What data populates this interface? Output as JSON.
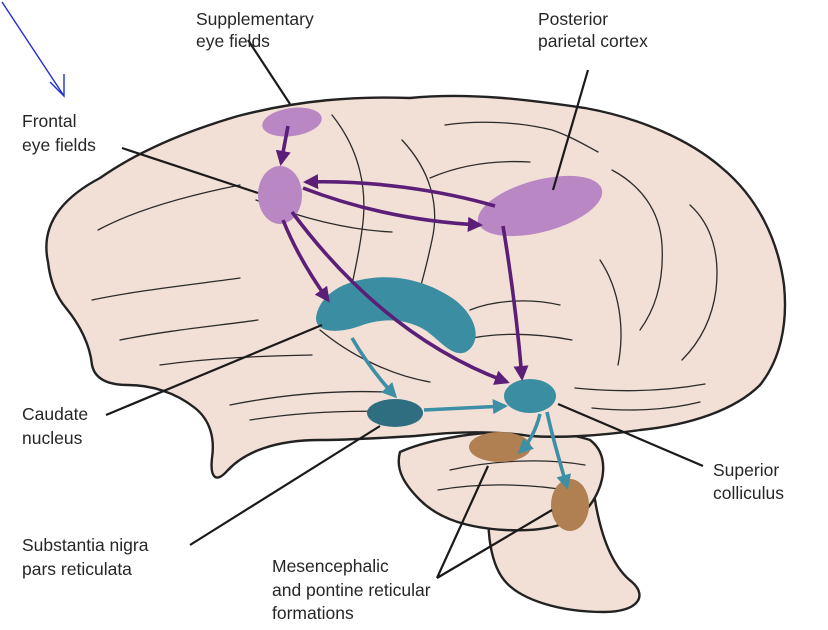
{
  "diagram": {
    "labels": {
      "supplementary_eye_fields": [
        "Supplementary",
        "eye fields"
      ],
      "posterior_parietal_cortex": [
        "Posterior",
        "parietal cortex"
      ],
      "frontal_eye_fields": [
        "Frontal",
        "eye fields"
      ],
      "caudate_nucleus": [
        "Caudate",
        "nucleus"
      ],
      "superior_colliculus": [
        "Superior",
        "colliculus"
      ],
      "substantia_nigra": [
        "Substantia nigra",
        "pars reticulata"
      ],
      "reticular_formations": [
        "Mesencephalic",
        "and pontine reticular",
        "formations"
      ]
    },
    "colors": {
      "brain_fill": "#f2dfd5",
      "cortical_area": "#b988c4",
      "cortical_pathway": "#5c1f78",
      "subcortical_area": "#3b8ea2",
      "subcortical_pathway": "#3d8fa6",
      "substantia_nigra": "#2f6e80",
      "reticular_formation": "#b07f52",
      "annotation_arrow": "#1f2fd0"
    }
  }
}
